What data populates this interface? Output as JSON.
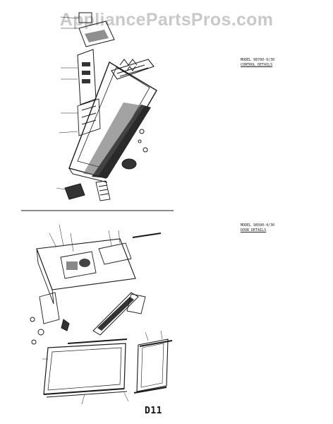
{
  "watermark": {
    "text": "AppliancePartsPros.com"
  },
  "section_top": {
    "model": "MODEL 98700-9/30",
    "title": "CONTROL DETAILS"
  },
  "section_bottom": {
    "model": "MODEL 98500-4/30",
    "title": "DOOR DETAILS"
  },
  "page_number": "D11",
  "colors": {
    "ink": "#1a1a1a",
    "watermark": "#c9c9c9",
    "paper": "#ffffff"
  }
}
